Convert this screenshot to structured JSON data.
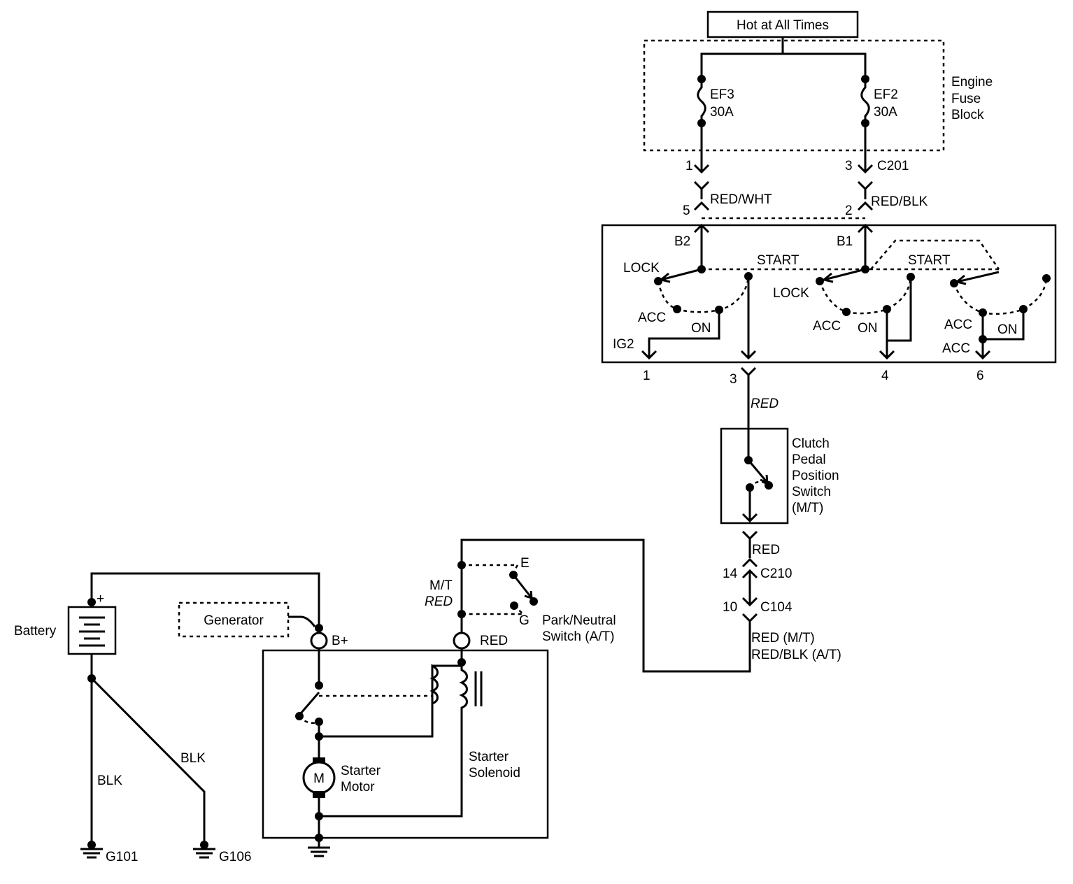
{
  "power_label": "Hot at All Times",
  "fuse_block": {
    "title": [
      "Engine",
      "Fuse",
      "Block"
    ],
    "fuses": [
      {
        "id": "EF3",
        "rating": "30A"
      },
      {
        "id": "EF2",
        "rating": "30A"
      }
    ]
  },
  "connector_c201": {
    "name": "C201",
    "pins_upper": [
      "1",
      "3"
    ],
    "pins_lower": [
      "5",
      "2"
    ]
  },
  "wires": {
    "red_wht": "RED/WHT",
    "red_blk": "RED/BLK",
    "red": "RED",
    "blk": "BLK",
    "red_mt": "RED (M/T)",
    "red_blk_at": "RED/BLK (A/T)",
    "mt_red": [
      "M/T",
      "RED"
    ]
  },
  "ignition_switch": {
    "inputs": [
      "B2",
      "B1"
    ],
    "positions": {
      "lock": "LOCK",
      "acc": "ACC",
      "on": "ON",
      "start": "START",
      "ig2": "IG2"
    },
    "output_pins": [
      "1",
      "3",
      "4",
      "6"
    ]
  },
  "clutch_switch": {
    "label": [
      "Clutch",
      "Pedal",
      "Position",
      "Switch",
      "(M/T)"
    ]
  },
  "connector_c210": {
    "name": "C210",
    "pin": "14"
  },
  "connector_c104": {
    "name": "C104",
    "pin": "10"
  },
  "park_neutral": {
    "label": [
      "Park/Neutral",
      "Switch (A/T)"
    ],
    "e": "E",
    "g": "G"
  },
  "battery": {
    "label": "Battery",
    "plus": "+"
  },
  "generator": {
    "label": "Generator"
  },
  "starter": {
    "bplus": "B+",
    "motor_symbol": "M",
    "motor_label": [
      "Starter",
      "Motor"
    ],
    "solenoid_label": [
      "Starter",
      "Solenoid"
    ]
  },
  "grounds": [
    "G101",
    "G106"
  ]
}
